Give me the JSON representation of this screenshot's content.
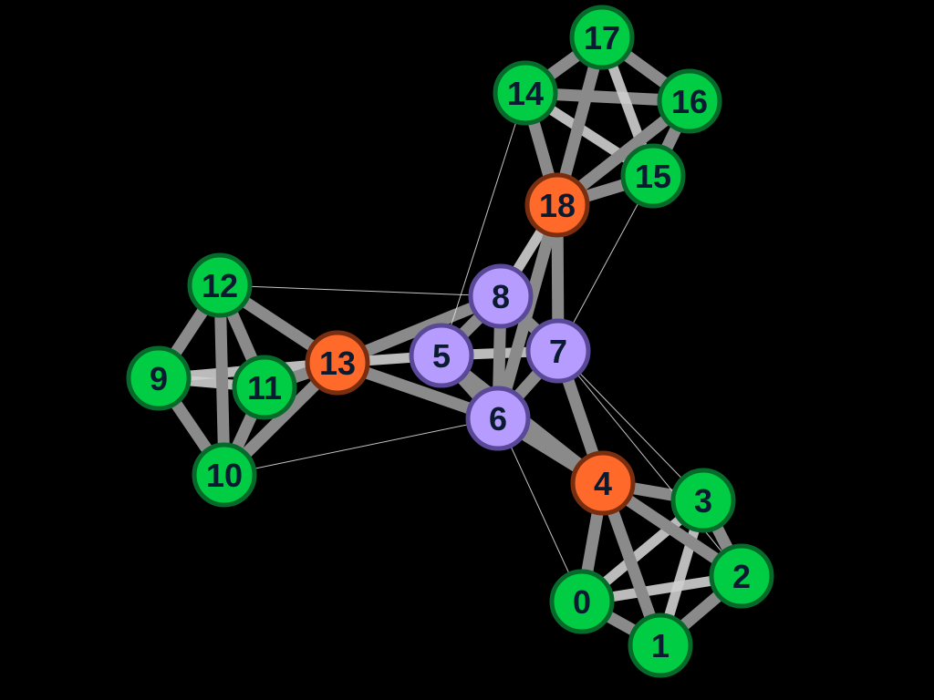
{
  "graph": {
    "colors": {
      "background": "#000000",
      "green": "#00cc44",
      "orange": "#ff6a2a",
      "purple": "#b69cff",
      "green_stroke": "#066a2a",
      "orange_stroke": "#7a2e10",
      "purple_stroke": "#5a4898",
      "edge_heavy": "#8a8a8a",
      "edge_light": "#cfcfcf",
      "edge_thin": "#e6e6e6",
      "label": "#0a1a30"
    },
    "nodes": [
      {
        "id": "0",
        "group": "green"
      },
      {
        "id": "1",
        "group": "green"
      },
      {
        "id": "2",
        "group": "green"
      },
      {
        "id": "3",
        "group": "green"
      },
      {
        "id": "4",
        "group": "orange"
      },
      {
        "id": "5",
        "group": "purple"
      },
      {
        "id": "6",
        "group": "purple"
      },
      {
        "id": "7",
        "group": "purple"
      },
      {
        "id": "8",
        "group": "purple"
      },
      {
        "id": "9",
        "group": "green"
      },
      {
        "id": "10",
        "group": "green"
      },
      {
        "id": "11",
        "group": "green"
      },
      {
        "id": "12",
        "group": "green"
      },
      {
        "id": "13",
        "group": "orange"
      },
      {
        "id": "14",
        "group": "green"
      },
      {
        "id": "15",
        "group": "green"
      },
      {
        "id": "16",
        "group": "green"
      },
      {
        "id": "17",
        "group": "green"
      },
      {
        "id": "18",
        "group": "orange"
      }
    ],
    "edges": [
      [
        "0",
        "1",
        "heavy"
      ],
      [
        "0",
        "2",
        "light"
      ],
      [
        "0",
        "3",
        "light"
      ],
      [
        "0",
        "4",
        "heavy"
      ],
      [
        "1",
        "2",
        "heavy"
      ],
      [
        "1",
        "3",
        "light"
      ],
      [
        "1",
        "4",
        "heavy"
      ],
      [
        "2",
        "3",
        "heavy"
      ],
      [
        "2",
        "4",
        "heavy"
      ],
      [
        "3",
        "4",
        "heavy"
      ],
      [
        "9",
        "10",
        "heavy"
      ],
      [
        "9",
        "11",
        "light"
      ],
      [
        "9",
        "12",
        "heavy"
      ],
      [
        "9",
        "13",
        "light"
      ],
      [
        "10",
        "11",
        "heavy"
      ],
      [
        "10",
        "12",
        "heavy"
      ],
      [
        "10",
        "13",
        "heavy"
      ],
      [
        "11",
        "12",
        "heavy"
      ],
      [
        "11",
        "13",
        "heavy"
      ],
      [
        "12",
        "13",
        "heavy"
      ],
      [
        "14",
        "15",
        "light"
      ],
      [
        "14",
        "16",
        "heavy"
      ],
      [
        "14",
        "17",
        "heavy"
      ],
      [
        "14",
        "18",
        "heavy"
      ],
      [
        "15",
        "16",
        "heavy"
      ],
      [
        "15",
        "17",
        "light"
      ],
      [
        "15",
        "18",
        "heavy"
      ],
      [
        "16",
        "17",
        "heavy"
      ],
      [
        "16",
        "18",
        "heavy"
      ],
      [
        "17",
        "18",
        "heavy"
      ],
      [
        "5",
        "6",
        "heavy"
      ],
      [
        "5",
        "7",
        "light"
      ],
      [
        "5",
        "8",
        "heavy"
      ],
      [
        "6",
        "7",
        "heavy"
      ],
      [
        "6",
        "8",
        "heavy"
      ],
      [
        "7",
        "8",
        "heavy"
      ],
      [
        "13",
        "5",
        "light"
      ],
      [
        "13",
        "8",
        "heavy"
      ],
      [
        "13",
        "6",
        "heavy"
      ],
      [
        "4",
        "6",
        "heavy"
      ],
      [
        "4",
        "7",
        "heavy"
      ],
      [
        "4",
        "5",
        "heavy"
      ],
      [
        "18",
        "8",
        "light"
      ],
      [
        "18",
        "7",
        "heavy"
      ],
      [
        "18",
        "6",
        "heavy"
      ],
      [
        "12",
        "8",
        "thin"
      ],
      [
        "10",
        "6",
        "thin"
      ],
      [
        "14",
        "5",
        "thin"
      ],
      [
        "15",
        "7",
        "thin"
      ],
      [
        "0",
        "6",
        "thin"
      ],
      [
        "3",
        "7",
        "thin"
      ],
      [
        "2",
        "7",
        "thin"
      ]
    ]
  }
}
